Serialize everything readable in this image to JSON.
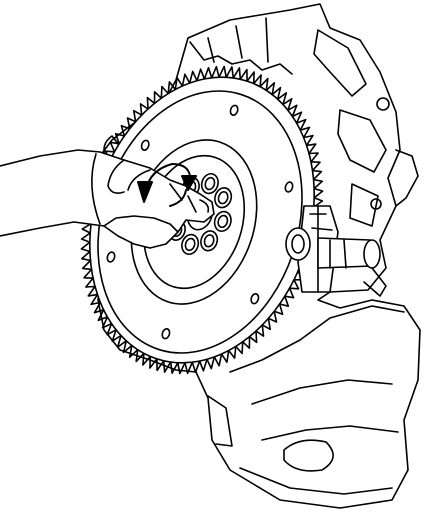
{
  "figure": {
    "style": "line-art",
    "stroke_color": "#000000",
    "fill_color": "#ffffff",
    "parts": {
      "engine_block": "engine-block",
      "flywheel": "flywheel",
      "ring_gear": "ring-gear",
      "crank_bolts": "crankshaft-bolts",
      "holding_tool": "flywheel-holder-tool",
      "hand": "hand",
      "rotation_arrow": "rotation-arrow"
    },
    "flywheel_bolt_count": 8,
    "flywheel_hole_count": 6
  }
}
